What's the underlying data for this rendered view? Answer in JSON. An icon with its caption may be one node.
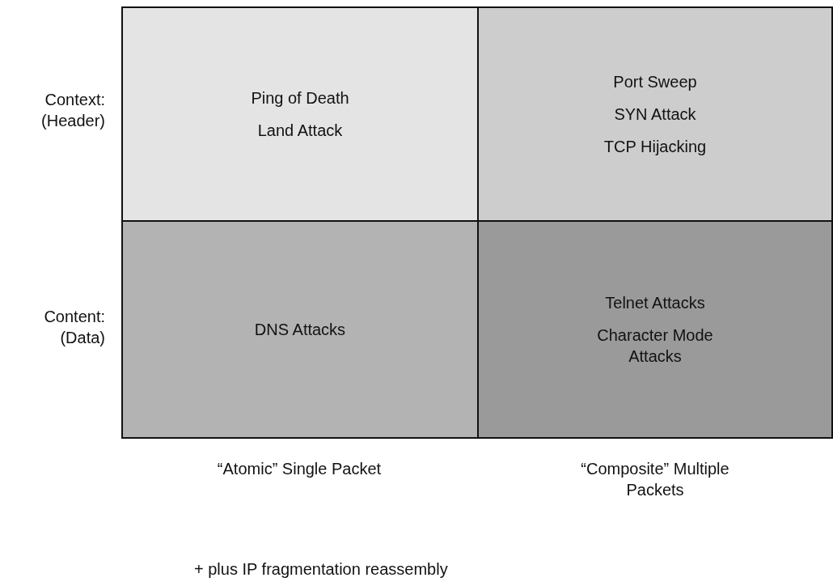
{
  "diagram": {
    "nodes": [
      {
        "text": [
          "Ping of Death",
          "Land Attack"
        ]
      },
      {
        "text": [
          "Port Sweep",
          "SYN Attack",
          "TCP Hijacking"
        ]
      },
      {
        "text": [
          "DNS Attacks"
        ]
      },
      {
        "text": [
          "Telnet Attacks",
          "Character Mode Attacks"
        ]
      }
    ],
    "labels": [
      "Context: (Header)",
      "Content: (Data)",
      "“Atomic” Single Packet",
      "“Composite” Multiple Packets",
      "+ plus IP fragmentation reassembly"
    ]
  }
}
